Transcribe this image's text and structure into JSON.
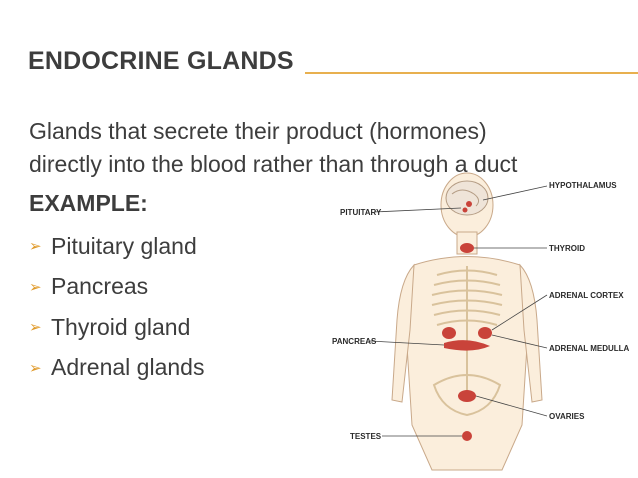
{
  "slide": {
    "title": "ENDOCRINE GLANDS",
    "definition_line1": "Glands that secrete their product (hormones)",
    "definition_line2": "directly into the blood rather than through a duct",
    "example_heading": "EXAMPLE:",
    "bullets": [
      "Pituitary gland",
      "Pancreas",
      "Thyroid gland",
      "Adrenal glands"
    ],
    "bullet_icon": "arrowhead-bullet-icon",
    "accent_color": "#e8b04f"
  },
  "diagram": {
    "labels": {
      "hypothalamus": "HYPOTHALAMUS",
      "pituitary": "PITUITARY",
      "thyroid": "THYROID",
      "adrenal_cortex": "ADRENAL CORTEX",
      "pancreas": "PANCREAS",
      "adrenal_medulla": "ADRENAL MEDULLA",
      "ovaries": "OVARIES",
      "testes": "TESTES"
    }
  }
}
